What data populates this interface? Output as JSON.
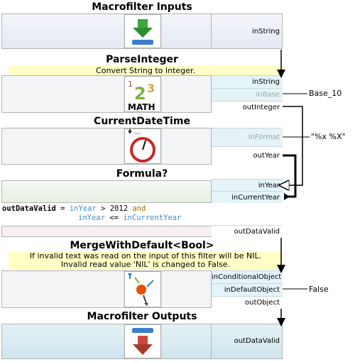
{
  "sections": {
    "macro_inputs": {
      "title": "Macrofilter Inputs",
      "ports": [
        "inString"
      ]
    },
    "parse_integer": {
      "title": "ParseInteger",
      "description": "Convert String to Integer.",
      "icon_label": "MATH",
      "in_ports": [
        "inString",
        "inBase"
      ],
      "out_ports": [
        "outInteger"
      ],
      "external_value": "Base_10"
    },
    "current_date_time": {
      "title": "CurrentDateTime",
      "in_ports": [
        "inFormat"
      ],
      "out_ports": [
        "outYear"
      ],
      "external_value": "\"%x %X\""
    },
    "formula": {
      "title": "Formula?",
      "in_ports": [
        "inYear",
        "inCurrentYear"
      ],
      "code": {
        "line1_var": "outDataValid",
        "line1_eq": " = ",
        "line1_a": "inYear",
        "line1_op": " > 2012 ",
        "line1_kw": "and",
        "line2_a": "inYear",
        "line2_op": " <= ",
        "line2_b": "inCurrentYear"
      },
      "out_ports": [
        "outDataValid"
      ]
    },
    "merge_with_default": {
      "title": "MergeWithDefault<Bool>",
      "description_line1": "If invalid text was read on the input of this filter will be NIL.",
      "description_line2": "Invalid read value 'NIL' is changed to False.",
      "in_ports": [
        "inConditionalObject",
        "inDefaultObject"
      ],
      "out_ports": [
        "outObject"
      ],
      "external_value": "False"
    },
    "macro_outputs": {
      "title": "Macrofilter Outputs",
      "ports": [
        "outDataValid"
      ]
    }
  },
  "colors": {
    "inputs_bg": "#e8eef6",
    "outputs_bg": "#d8eaf2",
    "formula_bg": "#eef4ea",
    "desc_bg": "#ffffc6",
    "port_in_bg": "#e4f4f8"
  }
}
